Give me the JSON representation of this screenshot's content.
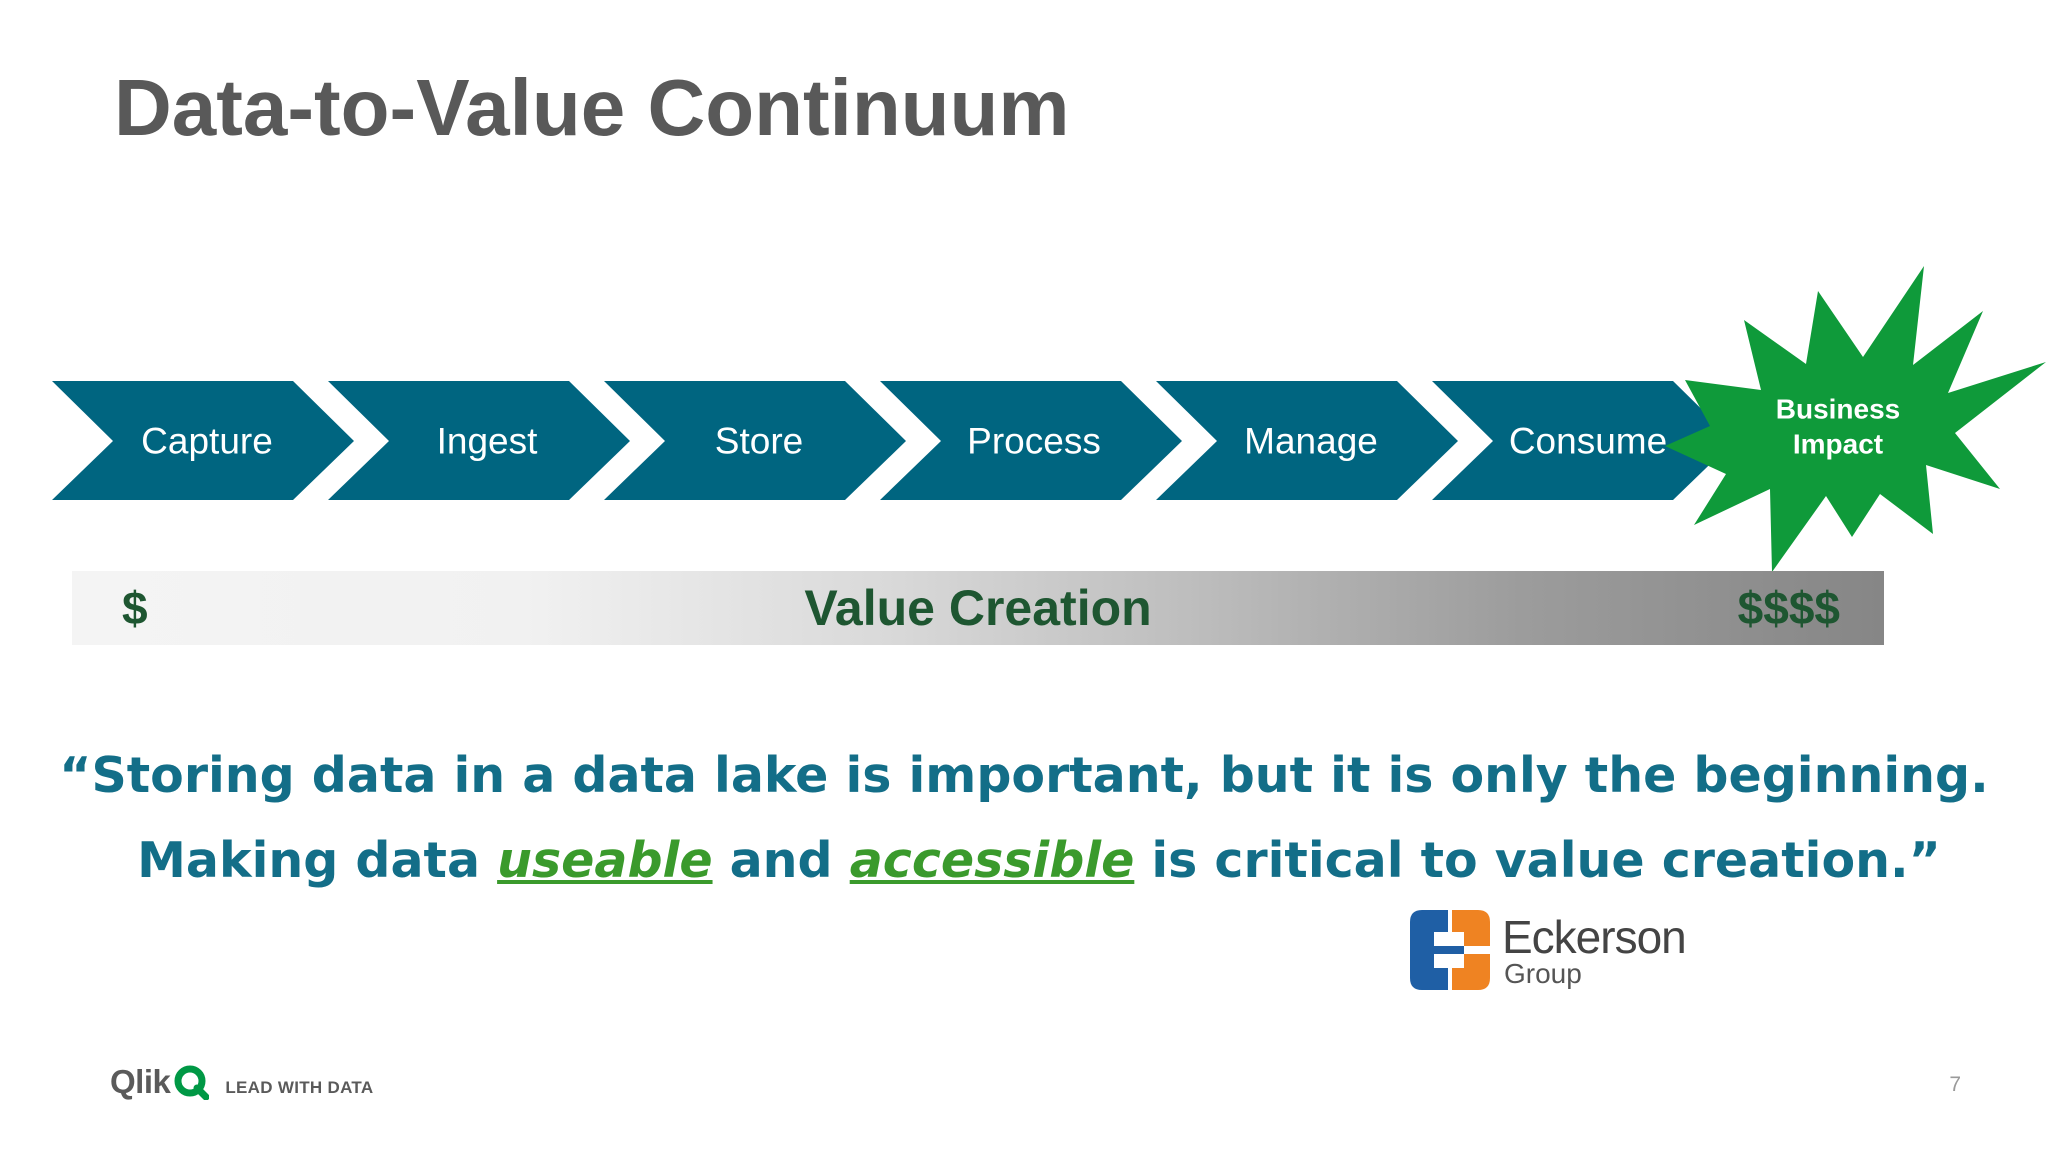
{
  "slide": {
    "title": "Data-to-Value Continuum",
    "page_number": "7"
  },
  "flow": {
    "steps": [
      "Capture",
      "Ingest",
      "Store",
      "Process",
      "Manage",
      "Consume"
    ],
    "outcome": [
      "Business",
      "Impact"
    ]
  },
  "value_bar": {
    "low": "$",
    "label": "Value Creation",
    "high": "$$$$"
  },
  "quote": {
    "line1": "“Storing data in a data lake is important, but it is only the beginning.",
    "line2_a": "Making data ",
    "line2_b": "useable",
    "line2_c": " and ",
    "line2_d": "accessible",
    "line2_e": " is critical to value creation.”"
  },
  "attribution": {
    "name": "Eckerson",
    "sub": "Group"
  },
  "footer": {
    "brand": "Qlik",
    "tagline": "LEAD WITH DATA"
  },
  "colors": {
    "chevron": "#006580",
    "burst": "#0f9a3a",
    "quote_text": "#136e88",
    "quote_emphasis": "#3a9a2c",
    "value_text": "#1e5631",
    "title": "#595959",
    "qlik_green": "#009845",
    "eckerson_blue": "#1f5fa5",
    "eckerson_orange": "#ef8322"
  }
}
